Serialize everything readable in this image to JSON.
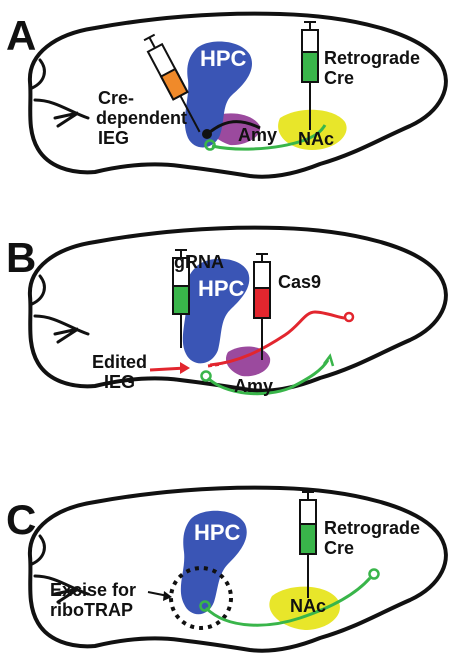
{
  "panels": [
    {
      "letter": "A",
      "labels": {
        "hpc": "HPC",
        "amy": "Amy",
        "nac": "NAc",
        "syringe_left_1": "Cre-",
        "syringe_left_2": "dependent",
        "syringe_left_3": "IEG",
        "syringe_right_1": "Retrograde",
        "syringe_right_2": "Cre"
      }
    },
    {
      "letter": "B",
      "labels": {
        "hpc": "HPC",
        "amy": "Amy",
        "grna": "gRNA",
        "cas9": "Cas9",
        "edited_1": "Edited",
        "edited_2": "IEG"
      }
    },
    {
      "letter": "C",
      "labels": {
        "hpc": "HPC",
        "nac": "NAc",
        "syringe_right_1": "Retrograde",
        "syringe_right_2": "Cre",
        "excise_1": "Excise for",
        "excise_2": "riboTRAP"
      }
    }
  ],
  "colors": {
    "hpc": "#3a55b5",
    "amy": "#9b4a9e",
    "nac": "#e8e62a",
    "orange_fill": "#f08a2a",
    "green_fill": "#39b54a",
    "red_fill": "#e2262e",
    "green_line": "#39b54a",
    "red_line": "#e2262e"
  }
}
